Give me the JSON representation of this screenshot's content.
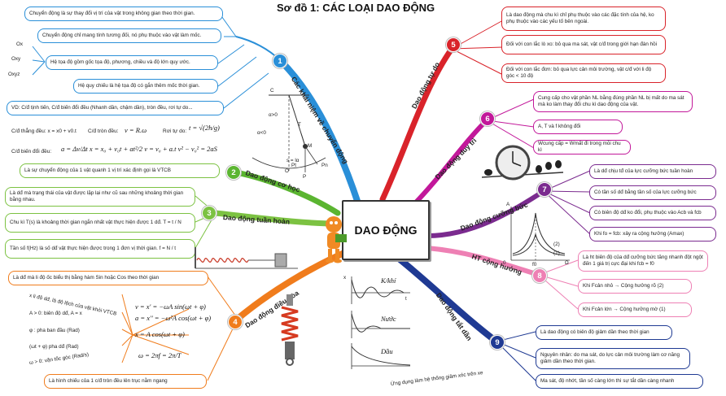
{
  "title": "Sơ đồ 1: CÁC LOẠI DAO ĐỘNG",
  "center": "DAO ĐỘNG",
  "branches": {
    "b1": {
      "num": "1",
      "label": "Các khái niệm về chuyển động"
    },
    "b2": {
      "num": "2",
      "label": "Dao động cơ học"
    },
    "b3": {
      "num": "3",
      "label": "Dao động tuần hoàn"
    },
    "b4": {
      "num": "4",
      "label": "Dao động điều hòa"
    },
    "b5": {
      "num": "5",
      "label": "Dao động tự do"
    },
    "b6": {
      "num": "6",
      "label": "Dao động duy trì"
    },
    "b7": {
      "num": "7",
      "label": "Dao động cưỡng bức"
    },
    "b8": {
      "num": "8",
      "label": "HT cộng hưởng"
    },
    "b9": {
      "num": "9",
      "label": "Dao động tắt dần"
    }
  },
  "b1_boxes": [
    "Chuyển động là sự thay đổi vị trí của vật trong không gian theo thời gian.",
    "Chuyển động chỉ mang tính tương đối, nó phụ thuộc vào vật làm mốc.",
    "Hệ tọa độ gồm gốc tọa độ, phương, chiều và độ lớn quy ước.",
    "Hệ quy chiếu là hệ tọa độ có gắn thêm mốc thời gian.",
    "VD: C/đ tịnh tiến, C/đ biến đổi đều (Nhanh dần, chậm dần), tròn đều, rơi tự do..."
  ],
  "axes": [
    "Ox",
    "Oxy",
    "Oxyz"
  ],
  "motion": {
    "line1_a": "C/đ thẳng đều: x = x0 + v0.t",
    "line1_b": "C/đ tròn đều:",
    "line1_c": "Rơi tự do:",
    "line2_a": "C/đ biến đổi đều:"
  },
  "b2_box": "Là sự chuyển động của 1 vật quanh 1 vị trí xác định gọi là VTCB",
  "b3_boxes": [
    "Là dđ mà trạng thái của vật được lặp lại như cũ sau những khoảng thời gian bằng nhau.",
    "Chu kì T(s) là khoảng thời gian ngắn nhất vật thực hiện được 1 dđ. T = t / N",
    "Tần số f(Hz) là số dđ vật thực hiện được trong 1 đơn vị thời gian. f = N / t"
  ],
  "b4": {
    "top_box": "Là dđ mà li độ ốc biểu thị bằng hàm Sin hoặc Cos theo thời gian",
    "bottom_box": "Là hình chiếu của 1 c/đ tròn đều lên trục nằm ngang",
    "items": [
      "x li độ dđ, là độ lệch của vật khỏi VTCB",
      "A > 0: biên độ dđ, A = x",
      "φ : pha ban đầu (Rad)",
      "(ωt + φ)  pha dđ (Rad)",
      "ω > 0: vận tốc góc (Rad/s)"
    ],
    "eq_main": "x = A cos(ωt + φ)",
    "eq_v": "v = x' = −ωA sin(ωt + φ)",
    "eq_a": "a = x'' = −ω²A cos(ωt + φ)",
    "eq_omega": "ω = 2πf = 2π/T"
  },
  "b5_boxes": [
    "Là dao động mà chu kì chỉ phụ thuộc vào các đặc tính của hệ, ko phụ thuộc vào các yếu tố bên ngoài.",
    "Đối với con lắc lò xo: bỏ qua ma sát, vật c/đ trong giới hạn đàn hồi",
    "Đối với con lắc đơn: bỏ qua lực cản môi trường, vật c/đ với li độ góc < 10 độ"
  ],
  "b6_boxes": [
    "Cung cấp cho vật phần NL bằng đúng phần NL bị mất do ma sát mà ko làm thay đổi chu kì dao động của vật.",
    "A, T và f không đổi",
    "Wcung cấp = Wmất đi trong mỗi chu kì"
  ],
  "b7_boxes": [
    "Là dđ chịu tđ của lực cưỡng bức tuần hoàn",
    "Có tần số dđ bằng tần số của lực cưỡng bức",
    "Có biên độ dđ ko đổi, phụ thuộc vào Acb và fcb",
    "Khi fo = fcb: xảy ra cộng hưởng (Amax)"
  ],
  "b8_boxes": [
    "Là ht biên độ của dđ cưỡng bức tăng nhanh đột ngột đến 1 giá trị cực đại khi fcb = f0",
    "Khi Fcản nhỏ → Cộng hưởng rõ (2)",
    "Khi Fcản lớn → Cộng hưởng mờ (1)"
  ],
  "b9_boxes": [
    "Là dao động có biên độ giảm dần theo thời gian",
    "Nguyên nhân: do ma sát, do lực cản môi trường làm cơ năng giảm dần theo thời gian.",
    "Ma sát, độ nhớt, tần số càng lớn thì sự tắt dần càng nhanh"
  ],
  "damping": {
    "labels": [
      "K/khí",
      "Nước",
      "Dầu"
    ],
    "axis_x": "x",
    "axis_t": "t",
    "app": "Ứng dụng làm hệ thống giảm xóc trên xe"
  },
  "resonance": {
    "l1": "(1)",
    "l2": "(2)",
    "A": "A",
    "f0": "f0",
    "omega": "Ω",
    "O": "0"
  },
  "pendulum": {
    "C": "C",
    "alpha0": "α>0",
    "alpha_neg": "α<0",
    "O": "O",
    "M": "M",
    "T": "T",
    "P": "P",
    "Pn": "Pn",
    "Pt": "Pt",
    "s": "s = lα"
  },
  "colors": {
    "b1": "#2a8fd8",
    "b2": "#5bb531",
    "b3": "#7cc242",
    "b4": "#f07c1c",
    "b5": "#d9232a",
    "b6": "#c2189a",
    "b7": "#7b2b8f",
    "b8": "#ee80b4",
    "b9": "#1f3a93"
  }
}
